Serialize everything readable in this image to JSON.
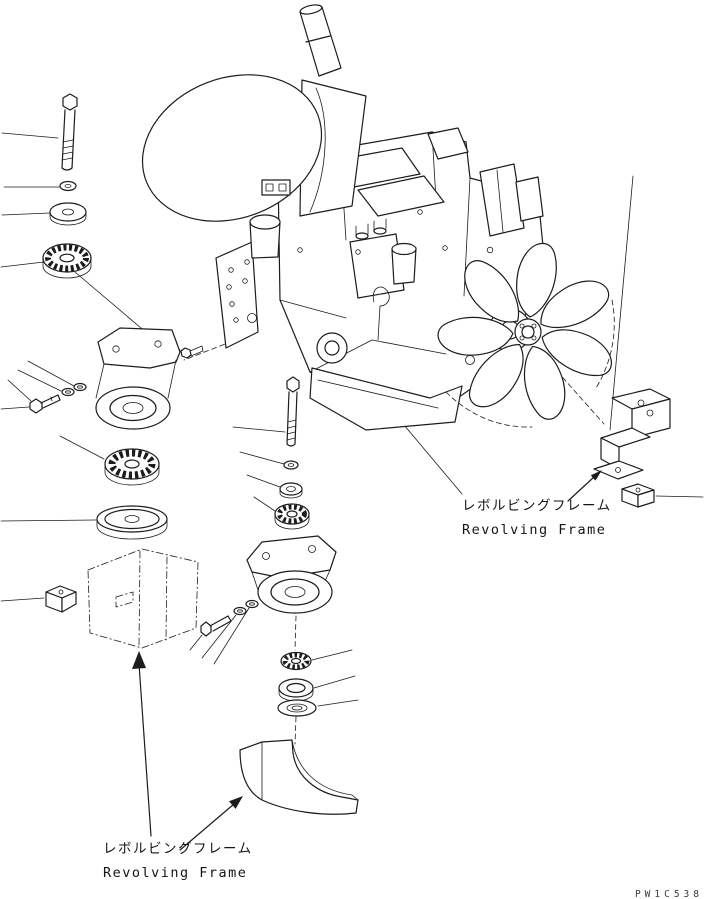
{
  "page": {
    "background": "#ffffff",
    "line_color": "#1c1c1c"
  },
  "labels": {
    "revolving_frame_jp": "レボルビングフレーム",
    "revolving_frame_en": "Revolving Frame"
  },
  "part_code": "PW1C538"
}
